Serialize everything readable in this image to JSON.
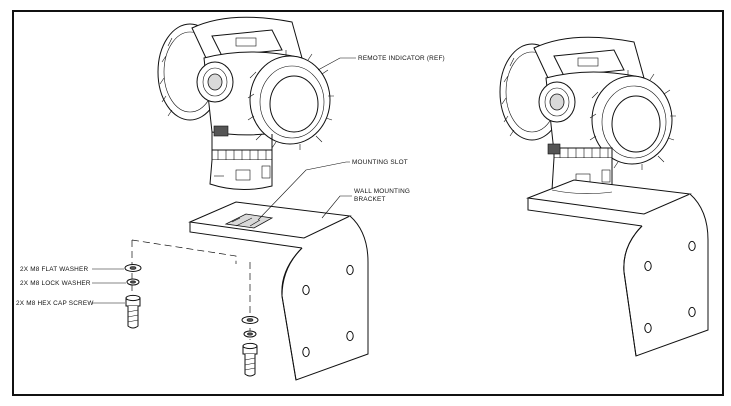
{
  "annotations": {
    "remote_indicator": "REMOTE INDICATOR (REF)",
    "mounting_slot": "MOUNTING SLOT",
    "wall_bracket_line1": "WALL MOUNTING",
    "wall_bracket_line2": "BRACKET",
    "flat_washer": "2X M8 FLAT WASHER",
    "lock_washer": "2X M8 LOCK WASHER",
    "cap_screw": "2X M8 HEX CAP SCREW"
  },
  "colors": {
    "ink": "#111111",
    "background": "#ffffff",
    "shade": "#d9d9d9"
  }
}
